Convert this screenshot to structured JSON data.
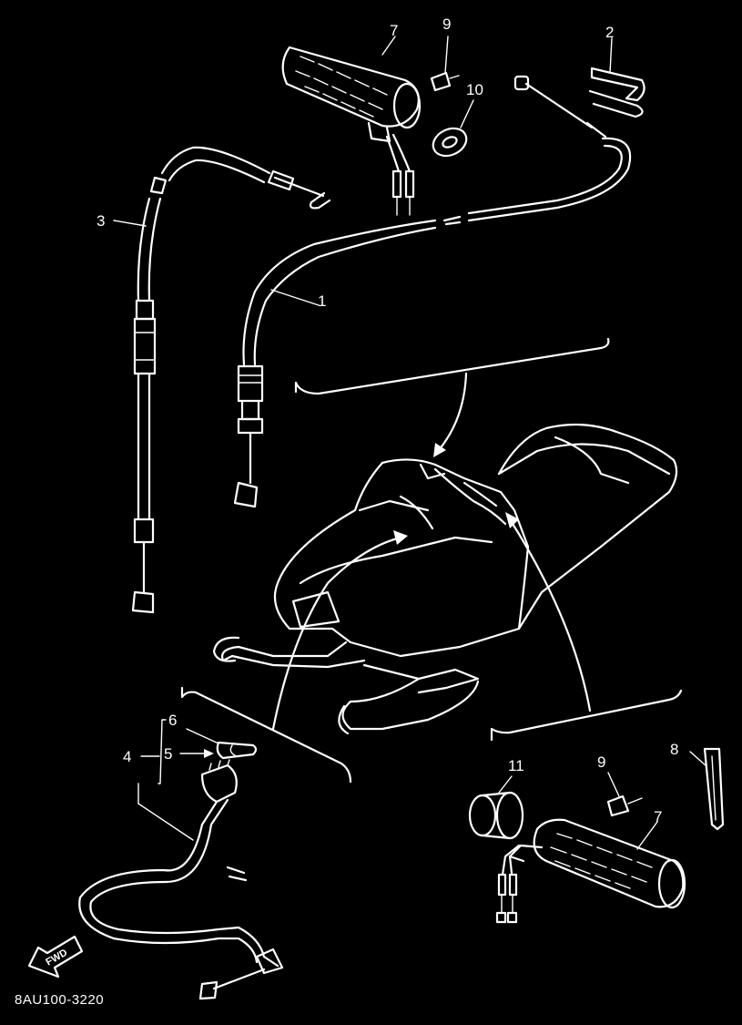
{
  "diagram": {
    "callouts": [
      {
        "id": "c1",
        "text": "1"
      },
      {
        "id": "c2",
        "text": "2"
      },
      {
        "id": "c3",
        "text": "3"
      },
      {
        "id": "c4",
        "text": "4"
      },
      {
        "id": "c5",
        "text": "5"
      },
      {
        "id": "c6",
        "text": "6"
      },
      {
        "id": "c7a",
        "text": "7"
      },
      {
        "id": "c7b",
        "text": "7"
      },
      {
        "id": "c8",
        "text": "8"
      },
      {
        "id": "c9a",
        "text": "9"
      },
      {
        "id": "c9b",
        "text": "9"
      },
      {
        "id": "c10",
        "text": "10"
      },
      {
        "id": "c11",
        "text": "11"
      }
    ],
    "fwd_label": "FWD",
    "drawing_code": "8AU100-3220",
    "colors": {
      "background": "#000000",
      "ink": "#ffffff"
    }
  }
}
